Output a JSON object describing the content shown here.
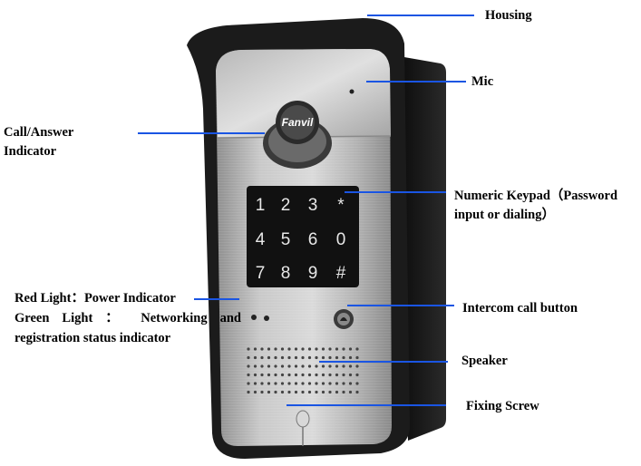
{
  "labels": {
    "housing": "Housing",
    "mic": "Mic",
    "call_answer_line1": "Call/Answer",
    "call_answer_line2": "Indicator",
    "keypad_line1": "Numeric Keypad（Password",
    "keypad_line2": "input or dialing）",
    "red_light": "Red Light：Power Indicator",
    "green_light": "Green Light ： Networking and",
    "green_light_line2": "registration status indicator",
    "intercom": "Intercom call button",
    "speaker": "Speaker",
    "fixing_screw": "Fixing Screw"
  },
  "device": {
    "logo": "Fanvil",
    "keys": [
      "1",
      "2",
      "3",
      "*",
      "4",
      "5",
      "6",
      "0",
      "7",
      "8",
      "9",
      "#"
    ]
  },
  "colors": {
    "leader_line": "#1a55e3",
    "housing": "#1b1b1b",
    "faceplate": "#b5b5b5",
    "keypad": "#111111"
  }
}
